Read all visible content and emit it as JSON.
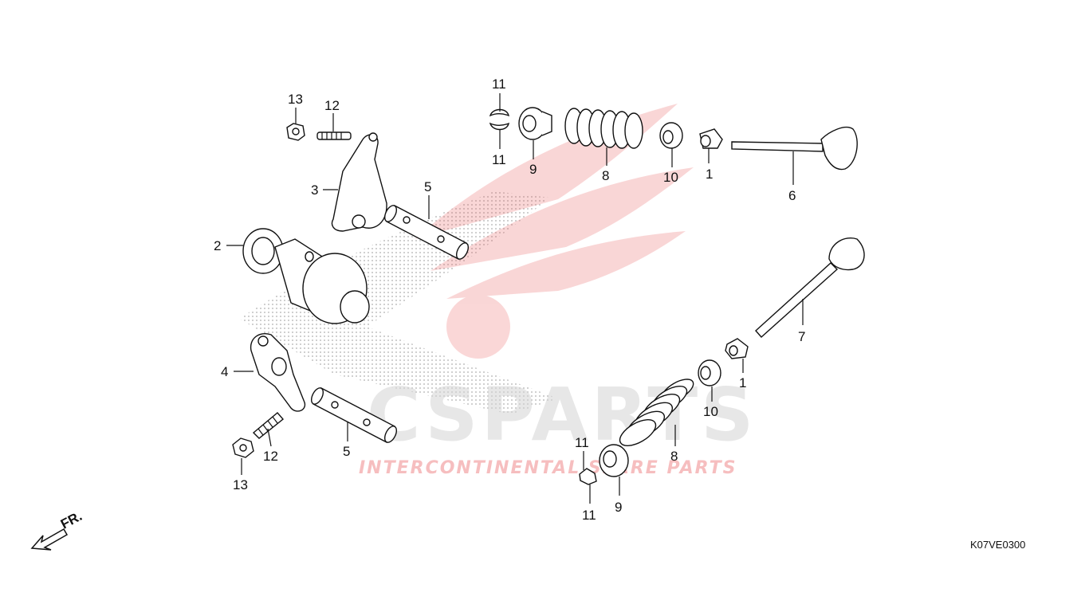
{
  "diagram": {
    "code": "K07VE0300",
    "direction_label": "FR.",
    "watermark": {
      "brand_text": "CSPARTS",
      "sub_text": "INTERCONTINENTAL SPARE PARTS",
      "color": "#e8474a"
    },
    "callouts": [
      {
        "id": "c13a",
        "text": "13"
      },
      {
        "id": "c12a",
        "text": "12"
      },
      {
        "id": "c3",
        "text": "3"
      },
      {
        "id": "c2",
        "text": "2"
      },
      {
        "id": "c5a",
        "text": "5"
      },
      {
        "id": "c4",
        "text": "4"
      },
      {
        "id": "c12b",
        "text": "12"
      },
      {
        "id": "c13b",
        "text": "13"
      },
      {
        "id": "c5b",
        "text": "5"
      },
      {
        "id": "c11a",
        "text": "11"
      },
      {
        "id": "c11b",
        "text": "11"
      },
      {
        "id": "c9a",
        "text": "9"
      },
      {
        "id": "c8a",
        "text": "8"
      },
      {
        "id": "c10a",
        "text": "10"
      },
      {
        "id": "c1a",
        "text": "1"
      },
      {
        "id": "c6",
        "text": "6"
      },
      {
        "id": "c7",
        "text": "7"
      },
      {
        "id": "c1b",
        "text": "1"
      },
      {
        "id": "c10b",
        "text": "10"
      },
      {
        "id": "c8b",
        "text": "8"
      },
      {
        "id": "c11c",
        "text": "11"
      },
      {
        "id": "c11d",
        "text": "11"
      },
      {
        "id": "c9b",
        "text": "9"
      }
    ]
  }
}
